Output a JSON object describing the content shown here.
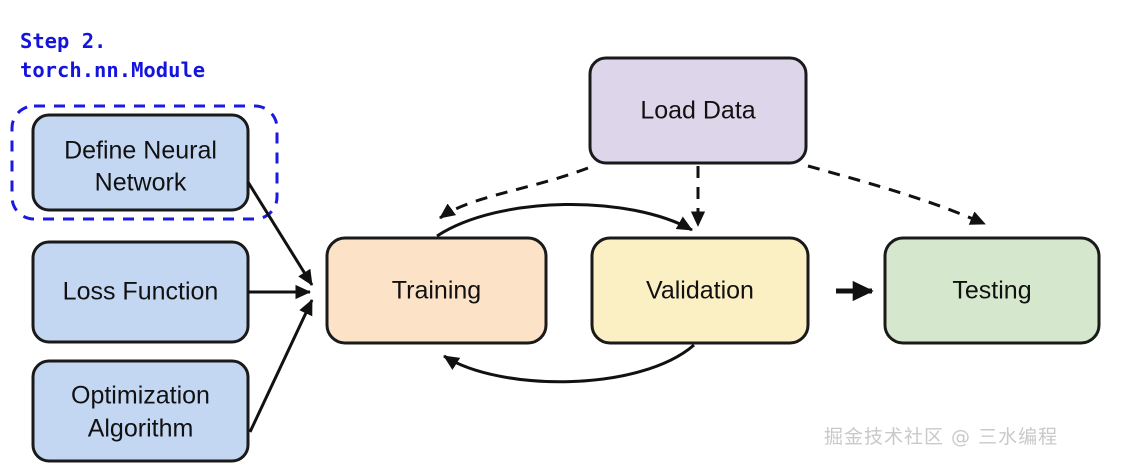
{
  "diagram": {
    "title_lines": [
      "Step 2.",
      "torch.nn.Module"
    ],
    "title_color": "#1414dd",
    "background": "#ffffff",
    "nodes": [
      {
        "id": "define-neural-network",
        "label": "Define Neural Network",
        "fill": "#c3d7f2",
        "stroke": "#1a1a1a"
      },
      {
        "id": "loss-function",
        "label": "Loss Function",
        "fill": "#c3d7f2",
        "stroke": "#1a1a1a"
      },
      {
        "id": "optimization-algorithm",
        "label": "Optimization Algorithm",
        "fill": "#c3d7f2",
        "stroke": "#1a1a1a"
      },
      {
        "id": "load-data",
        "label": "Load Data",
        "fill": "#ddd6ea",
        "stroke": "#1a1a1a"
      },
      {
        "id": "training",
        "label": "Training",
        "fill": "#fce3c8",
        "stroke": "#1a1a1a"
      },
      {
        "id": "validation",
        "label": "Validation",
        "fill": "#fbefc4",
        "stroke": "#1a1a1a"
      },
      {
        "id": "testing",
        "label": "Testing",
        "fill": "#d5e8cd",
        "stroke": "#1a1a1a"
      }
    ],
    "group_box": {
      "id": "torch-nn-module-group",
      "style": "dashed",
      "color": "#1a1ae0",
      "wraps": "define-neural-network"
    },
    "edges": [
      {
        "from": "define-neural-network",
        "to": "training",
        "style": "solid"
      },
      {
        "from": "loss-function",
        "to": "training",
        "style": "solid"
      },
      {
        "from": "optimization-algorithm",
        "to": "training",
        "style": "solid"
      },
      {
        "from": "load-data",
        "to": "training",
        "style": "dashed"
      },
      {
        "from": "load-data",
        "to": "validation",
        "style": "dashed"
      },
      {
        "from": "load-data",
        "to": "testing",
        "style": "dashed"
      },
      {
        "from": "training",
        "to": "validation",
        "style": "solid"
      },
      {
        "from": "validation",
        "to": "training",
        "style": "solid"
      },
      {
        "from": "validation",
        "to": "testing",
        "style": "solid"
      }
    ],
    "watermark": "掘金技术社区 @ 三水编程"
  }
}
